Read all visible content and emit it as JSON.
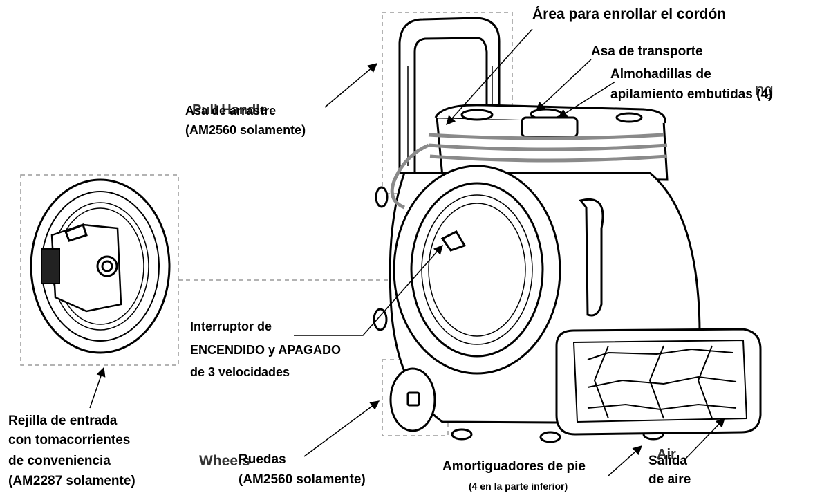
{
  "labels": {
    "cord_area": "Área para enrollar el cordón",
    "carry_handle": "Asa de transporte",
    "stacking_pads_1": "Almohadillas de",
    "stacking_pads_2": "apilamiento embutidas (4)",
    "ghost_ng": "ng",
    "pull_handle_1": "Asa de arrastre",
    "pull_handle_ghost": "Pull Handle",
    "pull_handle_2": "(AM2560 solamente)",
    "switch_1": "Interruptor de",
    "switch_2": "ENCENDIDO y APAGADO",
    "switch_3": "de 3 velocidades",
    "inlet_1": "Rejilla de entrada",
    "inlet_2": "con tomacorrientes",
    "inlet_3": "de conveniencia",
    "inlet_4": "(AM2287 solamente)",
    "wheels_ghost": "Wheels",
    "wheels_1": "Ruedas",
    "wheels_2": "(AM2560 solamente)",
    "feet_1": "Amortiguadores de pie",
    "feet_2": "(4 en la parte inferior)",
    "outlet_ghost": "Air",
    "outlet_1": "Salida",
    "outlet_2": "de aire"
  },
  "colors": {
    "line": "#000000",
    "cord": "#8a8a8a",
    "dashed": "#9a9a9a"
  }
}
